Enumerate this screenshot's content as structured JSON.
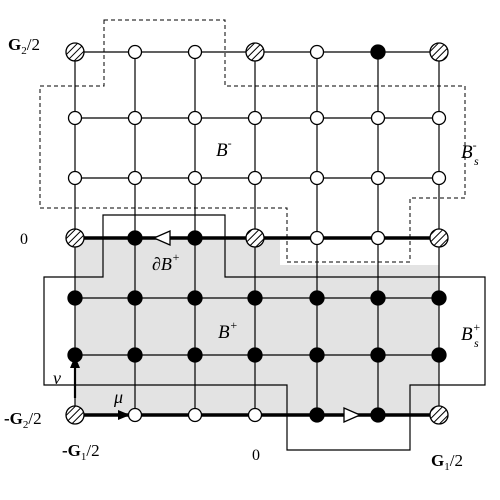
{
  "labels": {
    "g2_half_top": {
      "main": "G",
      "sub": "2",
      "tail": "/2"
    },
    "g2_half_bottom": {
      "main": "-G",
      "sub": "2",
      "tail": "/2"
    },
    "g1_half_left": {
      "main": "-G",
      "sub": "1",
      "tail": "/2"
    },
    "g1_half_right": {
      "main": "G",
      "sub": "1",
      "tail": "/2"
    },
    "zero_left": "0",
    "zero_bottom": "0",
    "nu": "ν",
    "mu": "μ",
    "b_minus": {
      "main": "B",
      "sup": "-"
    },
    "b_s_minus": {
      "main": "B",
      "sup": "-",
      "sub": "s"
    },
    "b_plus": {
      "main": "B",
      "sup": "+"
    },
    "b_s_plus": {
      "main": "B",
      "sup": "+",
      "sub": "s"
    },
    "partial_b_plus": {
      "pre": "∂",
      "main": "B",
      "sup": "+"
    }
  },
  "lattice": {
    "columns": 7,
    "rows": 7,
    "legend_note": "",
    "node_types": {
      "row0": [
        "hatched",
        "open",
        "open",
        "open",
        "filled",
        "filled",
        "hatched"
      ],
      "row1": [
        "filled",
        "filled",
        "filled",
        "filled",
        "filled",
        "filled",
        "filled"
      ],
      "row2": [
        "filled",
        "filled",
        "filled",
        "filled",
        "filled",
        "filled",
        "filled"
      ],
      "row3": [
        "hatched",
        "filled",
        "filled",
        "hatched",
        "open",
        "open",
        "hatched"
      ],
      "row4": [
        "open",
        "open",
        "open",
        "open",
        "open",
        "open",
        "open"
      ],
      "row5": [
        "open",
        "open",
        "open",
        "open",
        "open",
        "open",
        "open"
      ],
      "row6": [
        "hatched",
        "open",
        "open",
        "hatched",
        "open",
        "filled",
        "hatched"
      ]
    }
  },
  "colors": {
    "shade": "#e3e3e3",
    "ink": "#000000",
    "open_fill": "#ffffff"
  }
}
